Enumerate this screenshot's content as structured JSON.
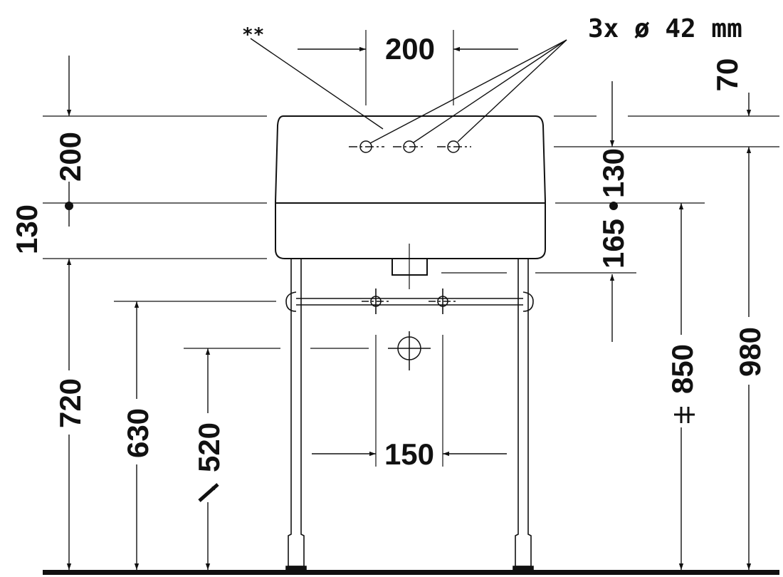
{
  "labels": {
    "note_marker": "**",
    "holes_note": "3x ø 42 mm",
    "top_spacing": "200",
    "right_70": "70",
    "left_200": "200",
    "left_130": "130",
    "right_130": "130",
    "right_165": "165",
    "left_720": "720",
    "left_630": "630",
    "left_520": "520",
    "bottom_150": "150",
    "right_850": "850",
    "right_980": "980"
  }
}
